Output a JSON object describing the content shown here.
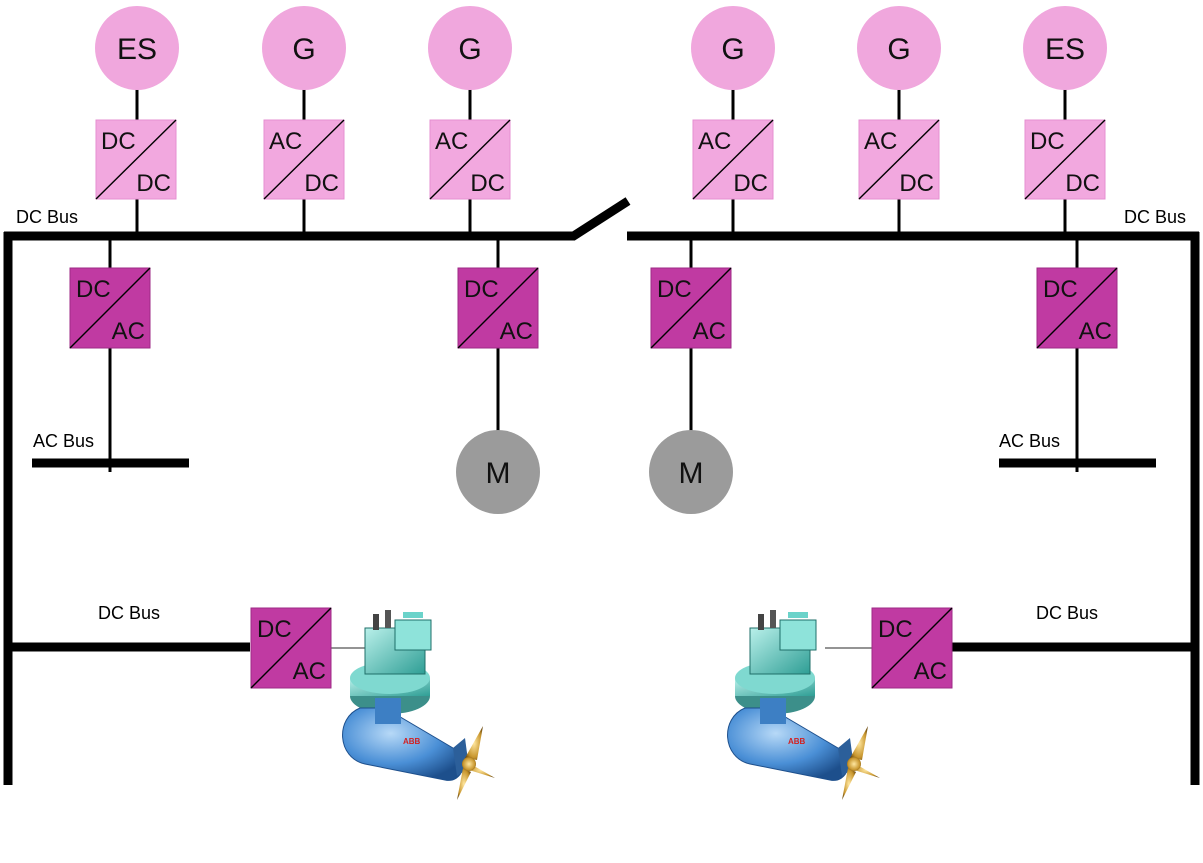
{
  "sources": [
    {
      "label": "ES"
    },
    {
      "label": "G"
    },
    {
      "label": "G"
    },
    {
      "label": "G"
    },
    {
      "label": "G"
    },
    {
      "label": "ES"
    }
  ],
  "top_converters": [
    {
      "top": "DC",
      "bottom": "DC"
    },
    {
      "top": "AC",
      "bottom": "DC"
    },
    {
      "top": "AC",
      "bottom": "DC"
    },
    {
      "top": "AC",
      "bottom": "DC"
    },
    {
      "top": "AC",
      "bottom": "DC"
    },
    {
      "top": "DC",
      "bottom": "DC"
    }
  ],
  "mid_converters": [
    {
      "top": "DC",
      "bottom": "AC"
    },
    {
      "top": "DC",
      "bottom": "AC"
    },
    {
      "top": "DC",
      "bottom": "AC"
    },
    {
      "top": "DC",
      "bottom": "AC"
    }
  ],
  "thruster_converters": [
    {
      "top": "DC",
      "bottom": "AC"
    },
    {
      "top": "DC",
      "bottom": "AC"
    }
  ],
  "motors": [
    {
      "label": "M"
    },
    {
      "label": "M"
    }
  ],
  "bus_labels": {
    "dc_top_left": "DC Bus",
    "dc_top_right": "DC Bus",
    "ac_left": "AC Bus",
    "ac_right": "AC Bus",
    "dc_bottom_left": "DC Bus",
    "dc_bottom_right": "DC Bus"
  },
  "thruster_marking": "ABB",
  "colors": {
    "source_fill": "#f0a7dd",
    "converter_light": "#f2a8df",
    "converter_dark": "#c03aa2",
    "motor_fill": "#9b9b9b",
    "thruster_housing": "#5fc9c0",
    "thruster_body": "#4a8fd6",
    "propeller": "#c8962e"
  }
}
